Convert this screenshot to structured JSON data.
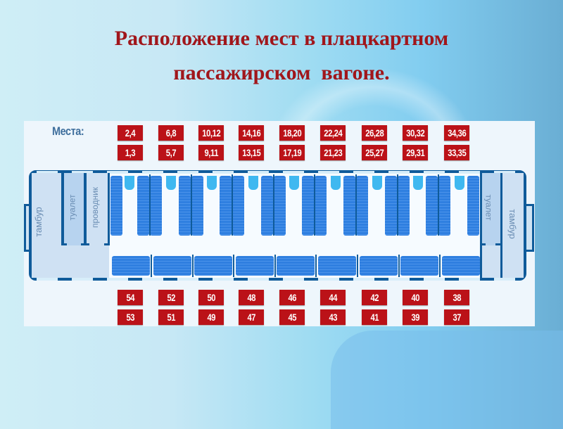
{
  "title": {
    "line1": "Расположение мест в плацкартном",
    "line2": "пассажирском  вагоне."
  },
  "diagram": {
    "places_label": "Места:",
    "rooms": {
      "left_vestibule": "тамбур",
      "left_toilet": "туалет",
      "conductor": "проводник",
      "right_toilet": "туалет",
      "right_vestibule": "тамбур"
    },
    "compartment_upper_labels": [
      "2,4",
      "6,8",
      "10,12",
      "14,16",
      "18,20",
      "22,24",
      "26,28",
      "30,32",
      "34,36"
    ],
    "compartment_lower_labels": [
      "1,3",
      "5,7",
      "9,11",
      "13,15",
      "17,19",
      "21,23",
      "25,27",
      "29,31",
      "33,35"
    ],
    "side_upper_labels": [
      "54",
      "52",
      "50",
      "48",
      "46",
      "44",
      "42",
      "40",
      "38"
    ],
    "side_lower_labels": [
      "53",
      "51",
      "49",
      "47",
      "45",
      "43",
      "41",
      "39",
      "37"
    ],
    "colors": {
      "title": "#a0161b",
      "tag": "#bb1218",
      "seat": "#2f7fe0",
      "table": "#3fb8f0",
      "frame": "#0f5b9a"
    }
  }
}
